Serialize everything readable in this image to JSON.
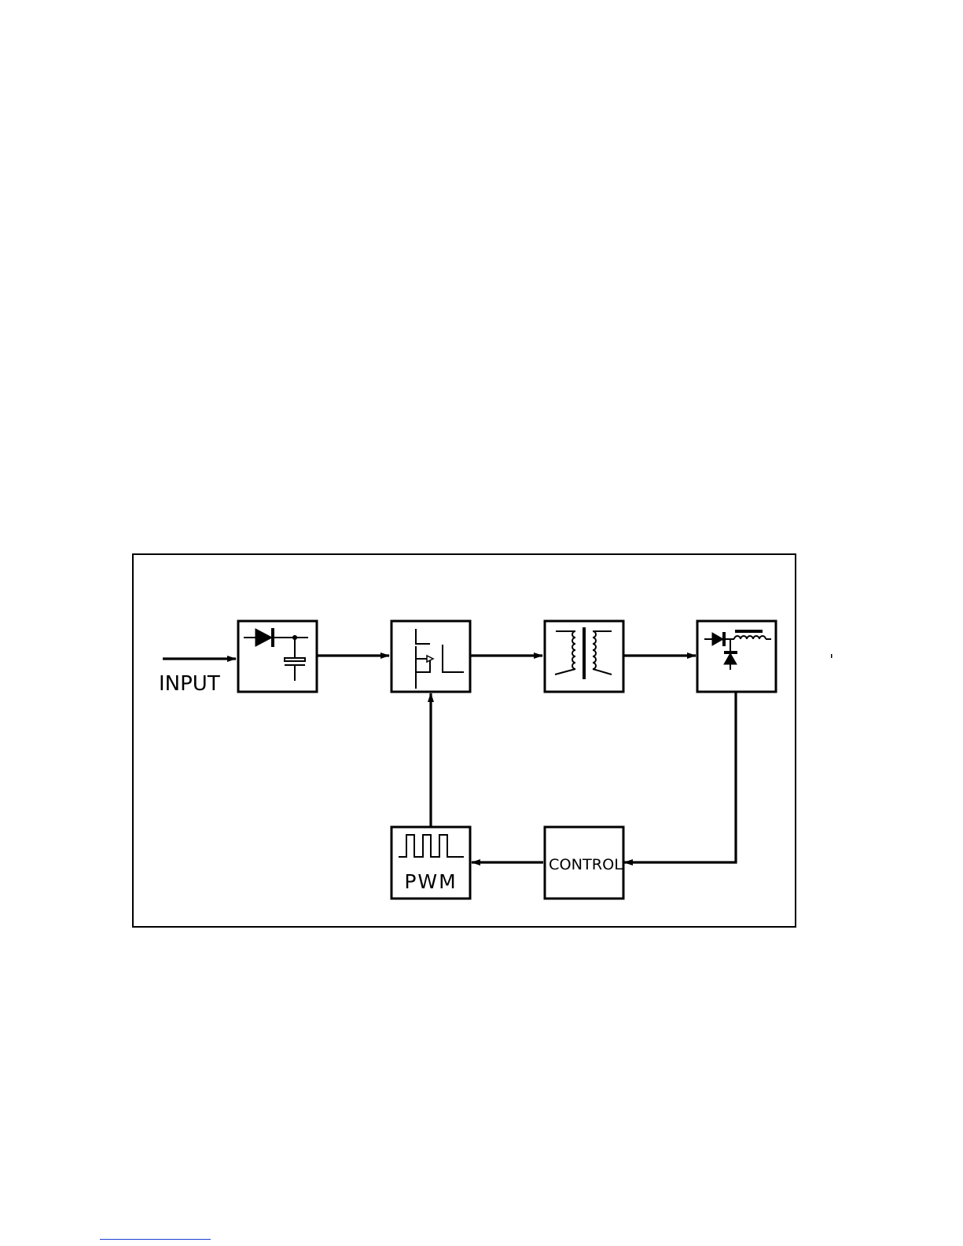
{
  "labels": {
    "input": "INPUT",
    "pwm": "PWM",
    "control": "CONTROL"
  },
  "colors": {
    "ink": "#000000",
    "background": "#ffffff",
    "footer_rule": "#1a3fd0"
  },
  "blocks": [
    {
      "id": "rectifier-filter",
      "icon": "diode-capacitor-icon"
    },
    {
      "id": "switch",
      "icon": "mosfet-icon"
    },
    {
      "id": "transformer",
      "icon": "transformer-icon"
    },
    {
      "id": "output-rectifier",
      "icon": "diode-inductor-icon"
    },
    {
      "id": "pwm",
      "icon": "square-wave-icon"
    },
    {
      "id": "control",
      "icon": ""
    }
  ]
}
